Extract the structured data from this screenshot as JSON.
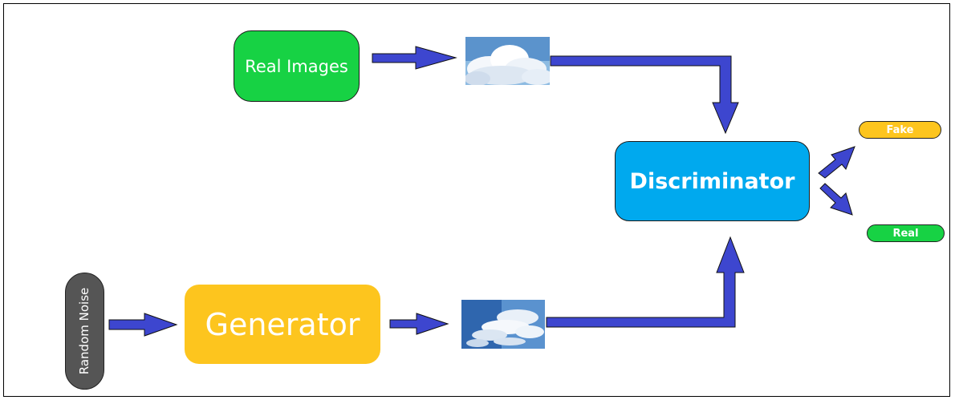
{
  "diagram": {
    "nodes": {
      "real_images": "Real Images",
      "generator": "Generator",
      "discriminator": "Discriminator",
      "random_noise": "Random Noise",
      "fake_output": "Fake",
      "real_output": "Real"
    },
    "colors": {
      "real_images_fill": "#17d244",
      "generator_fill": "#fdc51e",
      "discriminator_fill": "#00a9ee",
      "noise_fill": "#555555",
      "fake_fill": "#fdc51e",
      "real_fill": "#17d244",
      "arrow_fill": "#3d46cf"
    },
    "images": {
      "real_sample": "sky-clouds-image",
      "generated_sample": "sky-clouds-image"
    }
  }
}
